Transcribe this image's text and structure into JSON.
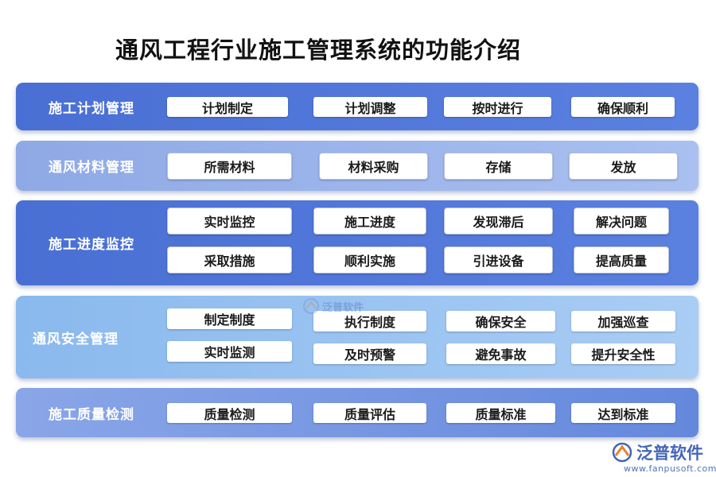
{
  "title": "通风工程行业施工管理系统的功能介绍",
  "bands": [
    {
      "label": "施工计划管理",
      "items": [
        "计划制定",
        "计划调整",
        "按时进行",
        "确保顺利"
      ]
    },
    {
      "label": "通风材料管理",
      "items": [
        "所需材料",
        "材料采购",
        "存储",
        "发放"
      ]
    },
    {
      "label": "施工进度监控",
      "items": [
        "实时监控",
        "施工进度",
        "发现滞后",
        "解决问题",
        "采取措施",
        "顺利实施",
        "引进设备",
        "提高质量"
      ]
    },
    {
      "label": "通风安全管理",
      "items": [
        "制定制度",
        "执行制度",
        "确保安全",
        "加强巡查",
        "实时监测",
        "及时预警",
        "避免事故",
        "提升安全性"
      ]
    },
    {
      "label": "施工质量检测",
      "items": [
        "质量检测",
        "质量评估",
        "质量标准",
        "达到标准"
      ]
    }
  ],
  "watermark_center": {
    "text": "泛普软件"
  },
  "watermark_corner": {
    "text": "泛普软件",
    "url": "www.fanpusoft.com"
  },
  "colors": {
    "band_dark": "#4a72d6",
    "band_light": "#9fb8ec",
    "band_safety": "#8cbcee"
  }
}
